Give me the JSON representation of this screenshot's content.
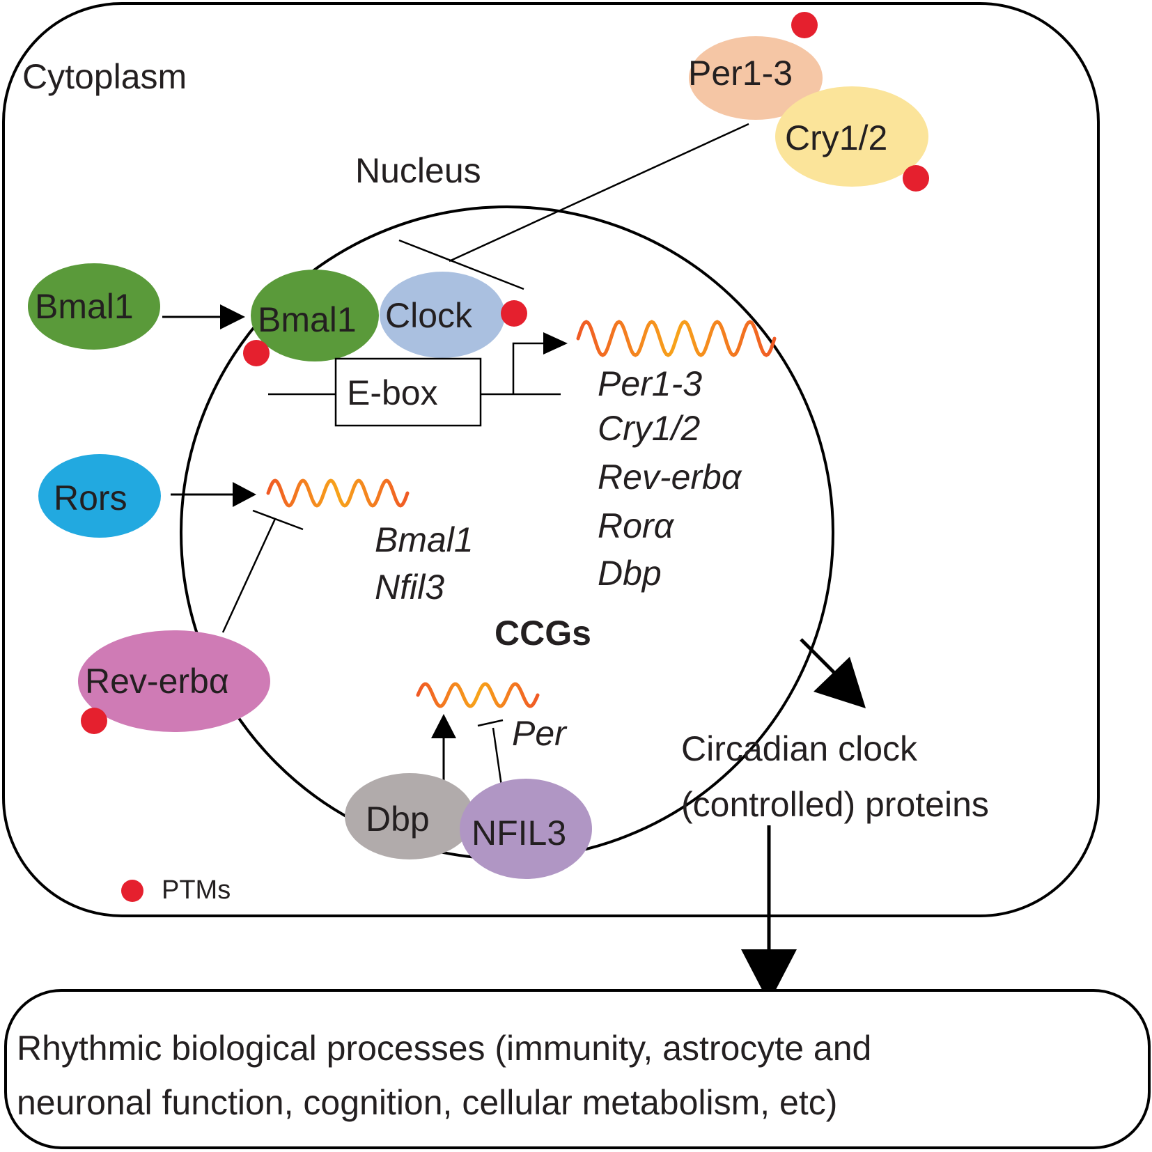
{
  "compartments": {
    "cytoplasm": "Cytoplasm",
    "nucleus": "Nucleus"
  },
  "proteins": {
    "per": "Per1-3",
    "cry": "Cry1/2",
    "bmal_cyto": "Bmal1",
    "bmal_nuc": "Bmal1",
    "clock": "Clock",
    "rors": "Rors",
    "reverb": "Rev-erbα",
    "dbp": "Dbp",
    "nfil3": "NFIL3"
  },
  "ebox": "E-box",
  "ebox_targets": [
    "Per1-3",
    "Cry1/2",
    "Rev-erbα",
    "Rorα",
    "Dbp"
  ],
  "rore_targets": [
    "Bmal1",
    "Nfil3"
  ],
  "dbox_target": "Per",
  "ccgs": "CCGs",
  "output": {
    "line1": "Circadian clock",
    "line2": "(controlled) proteins"
  },
  "legend": {
    "ptm": "PTMs"
  },
  "processes": {
    "line1": "Rhythmic biological processes (immunity, astrocyte and",
    "line2": "neuronal function, cognition, cellular metabolism, etc)"
  },
  "colors": {
    "ptm": "#e5202e",
    "bmal": "#5a9a3a",
    "clock": "#aac0e0",
    "per": "#f5c6a5",
    "cry": "#fbe49a",
    "rors": "#22a9e0",
    "reverb": "#cf7bb5",
    "dbp": "#b1abab",
    "nfil3": "#b096c4",
    "wave_start": "#f05a24",
    "wave_end": "#f7a31a"
  }
}
